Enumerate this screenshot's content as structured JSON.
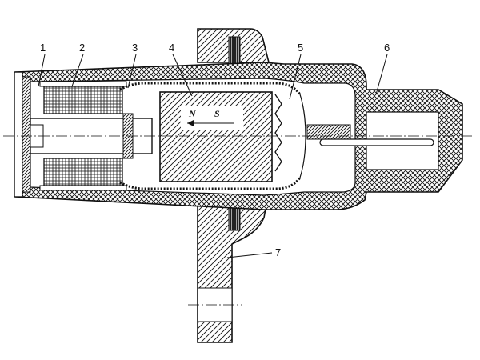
{
  "labels": [
    {
      "id": "1",
      "text": "1"
    },
    {
      "id": "2",
      "text": "2"
    },
    {
      "id": "3",
      "text": "3"
    },
    {
      "id": "4",
      "text": "4"
    },
    {
      "id": "5",
      "text": "5"
    },
    {
      "id": "6",
      "text": "6"
    },
    {
      "id": "7",
      "text": "7"
    }
  ],
  "magnet": {
    "north": "N",
    "south": "S"
  },
  "colors": {
    "ink": "#111111",
    "paper": "#ffffff"
  }
}
